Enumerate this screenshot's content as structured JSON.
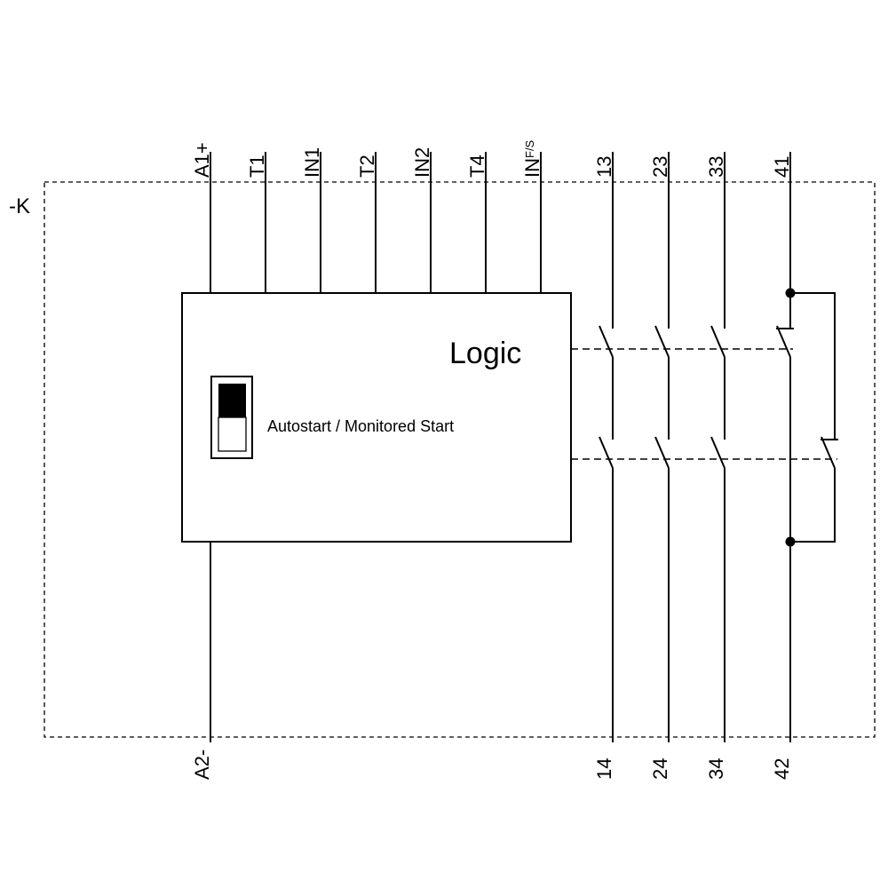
{
  "colors": {
    "line": "#000000",
    "background": "#ffffff",
    "switch_on_fill": "#000000"
  },
  "diagram": {
    "device_label": "-K",
    "logic": {
      "title": "Logic",
      "mode_label": "Autostart / Monitored Start"
    },
    "top_terminals": [
      {
        "label": "A1+"
      },
      {
        "label": "T1"
      },
      {
        "label": "IN1"
      },
      {
        "label": "T2"
      },
      {
        "label": "IN2"
      },
      {
        "label": "T4"
      },
      {
        "label": "IN",
        "sup": "F/S"
      },
      {
        "label": "13"
      },
      {
        "label": "23"
      },
      {
        "label": "33"
      },
      {
        "label": "41"
      }
    ],
    "bottom_terminals": [
      {
        "label": "A2-"
      },
      {
        "label": "14"
      },
      {
        "label": "24"
      },
      {
        "label": "34"
      },
      {
        "label": "42"
      }
    ]
  }
}
